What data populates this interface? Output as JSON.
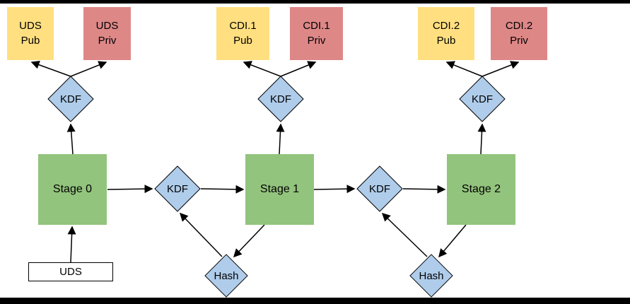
{
  "canvas": {
    "background": "#FFFFFF",
    "frame_color": "#000000"
  },
  "colors": {
    "pub_key_fill": "#FFDF80",
    "priv_key_fill": "#DE8787",
    "stage_fill": "#93C47D",
    "operation_fill": "#AFCCEA",
    "uds_fill": "#FFFFFF",
    "line_color": "#000000",
    "text_color": "#000000"
  },
  "nodes": {
    "uds_pub": {
      "label": "UDS\nPub"
    },
    "uds_priv": {
      "label": "UDS\nPriv"
    },
    "cdi1_pub": {
      "label": "CDI.1\nPub"
    },
    "cdi1_priv": {
      "label": "CDI.1\nPriv"
    },
    "cdi2_pub": {
      "label": "CDI.2\nPub"
    },
    "cdi2_priv": {
      "label": "CDI.2\nPriv"
    },
    "kdf_uds": {
      "label": "KDF"
    },
    "kdf_cdi1": {
      "label": "KDF"
    },
    "kdf_cdi2": {
      "label": "KDF"
    },
    "kdf_stage01": {
      "label": "KDF"
    },
    "kdf_stage12": {
      "label": "KDF"
    },
    "hash1": {
      "label": "Hash"
    },
    "hash2": {
      "label": "Hash"
    },
    "stage0": {
      "label": "Stage 0"
    },
    "stage1": {
      "label": "Stage 1"
    },
    "stage2": {
      "label": "Stage 2"
    },
    "uds": {
      "label": "UDS"
    }
  },
  "edges": [
    {
      "from": "uds",
      "to": "stage0"
    },
    {
      "from": "stage0",
      "to": "kdf_uds"
    },
    {
      "from": "kdf_uds",
      "to": "uds_pub"
    },
    {
      "from": "kdf_uds",
      "to": "uds_priv"
    },
    {
      "from": "stage0",
      "to": "kdf_stage01"
    },
    {
      "from": "kdf_stage01",
      "to": "stage1"
    },
    {
      "from": "stage1",
      "to": "hash1"
    },
    {
      "from": "hash1",
      "to": "kdf_stage01"
    },
    {
      "from": "stage1",
      "to": "kdf_cdi1"
    },
    {
      "from": "kdf_cdi1",
      "to": "cdi1_pub"
    },
    {
      "from": "kdf_cdi1",
      "to": "cdi1_priv"
    },
    {
      "from": "stage1",
      "to": "kdf_stage12"
    },
    {
      "from": "kdf_stage12",
      "to": "stage2"
    },
    {
      "from": "stage2",
      "to": "hash2"
    },
    {
      "from": "hash2",
      "to": "kdf_stage12"
    },
    {
      "from": "stage2",
      "to": "kdf_cdi2"
    },
    {
      "from": "kdf_cdi2",
      "to": "cdi2_pub"
    },
    {
      "from": "kdf_cdi2",
      "to": "cdi2_priv"
    }
  ]
}
